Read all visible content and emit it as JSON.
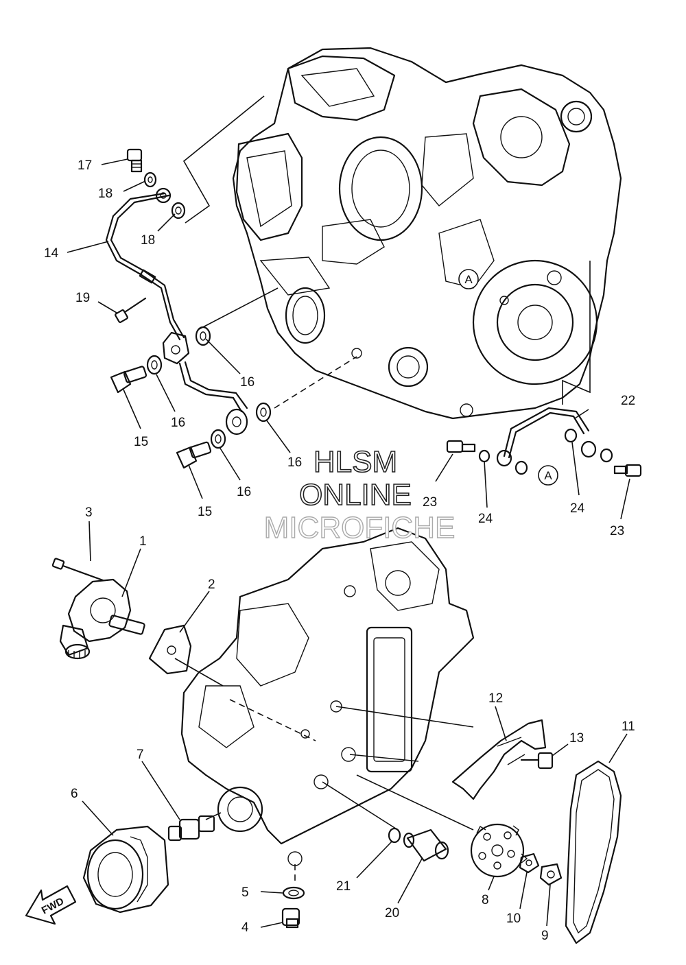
{
  "callouts": {
    "c1": "1",
    "c2": "2",
    "c3": "3",
    "c4": "4",
    "c5": "5",
    "c6": "6",
    "c7": "7",
    "c8": "8",
    "c9": "9",
    "c10": "10",
    "c11": "11",
    "c12": "12",
    "c13": "13",
    "c14": "14",
    "c15": "15",
    "c16": "16",
    "c17": "17",
    "c18": "18",
    "c19": "19",
    "c20": "20",
    "c21": "21",
    "c22": "22",
    "c23": "23",
    "c24": "24"
  },
  "reference_mark": "A",
  "watermark": {
    "line1": "HLSM",
    "line2": "ONLINE",
    "line3": "MICROFICHE"
  },
  "direction_arrow": "FWD"
}
